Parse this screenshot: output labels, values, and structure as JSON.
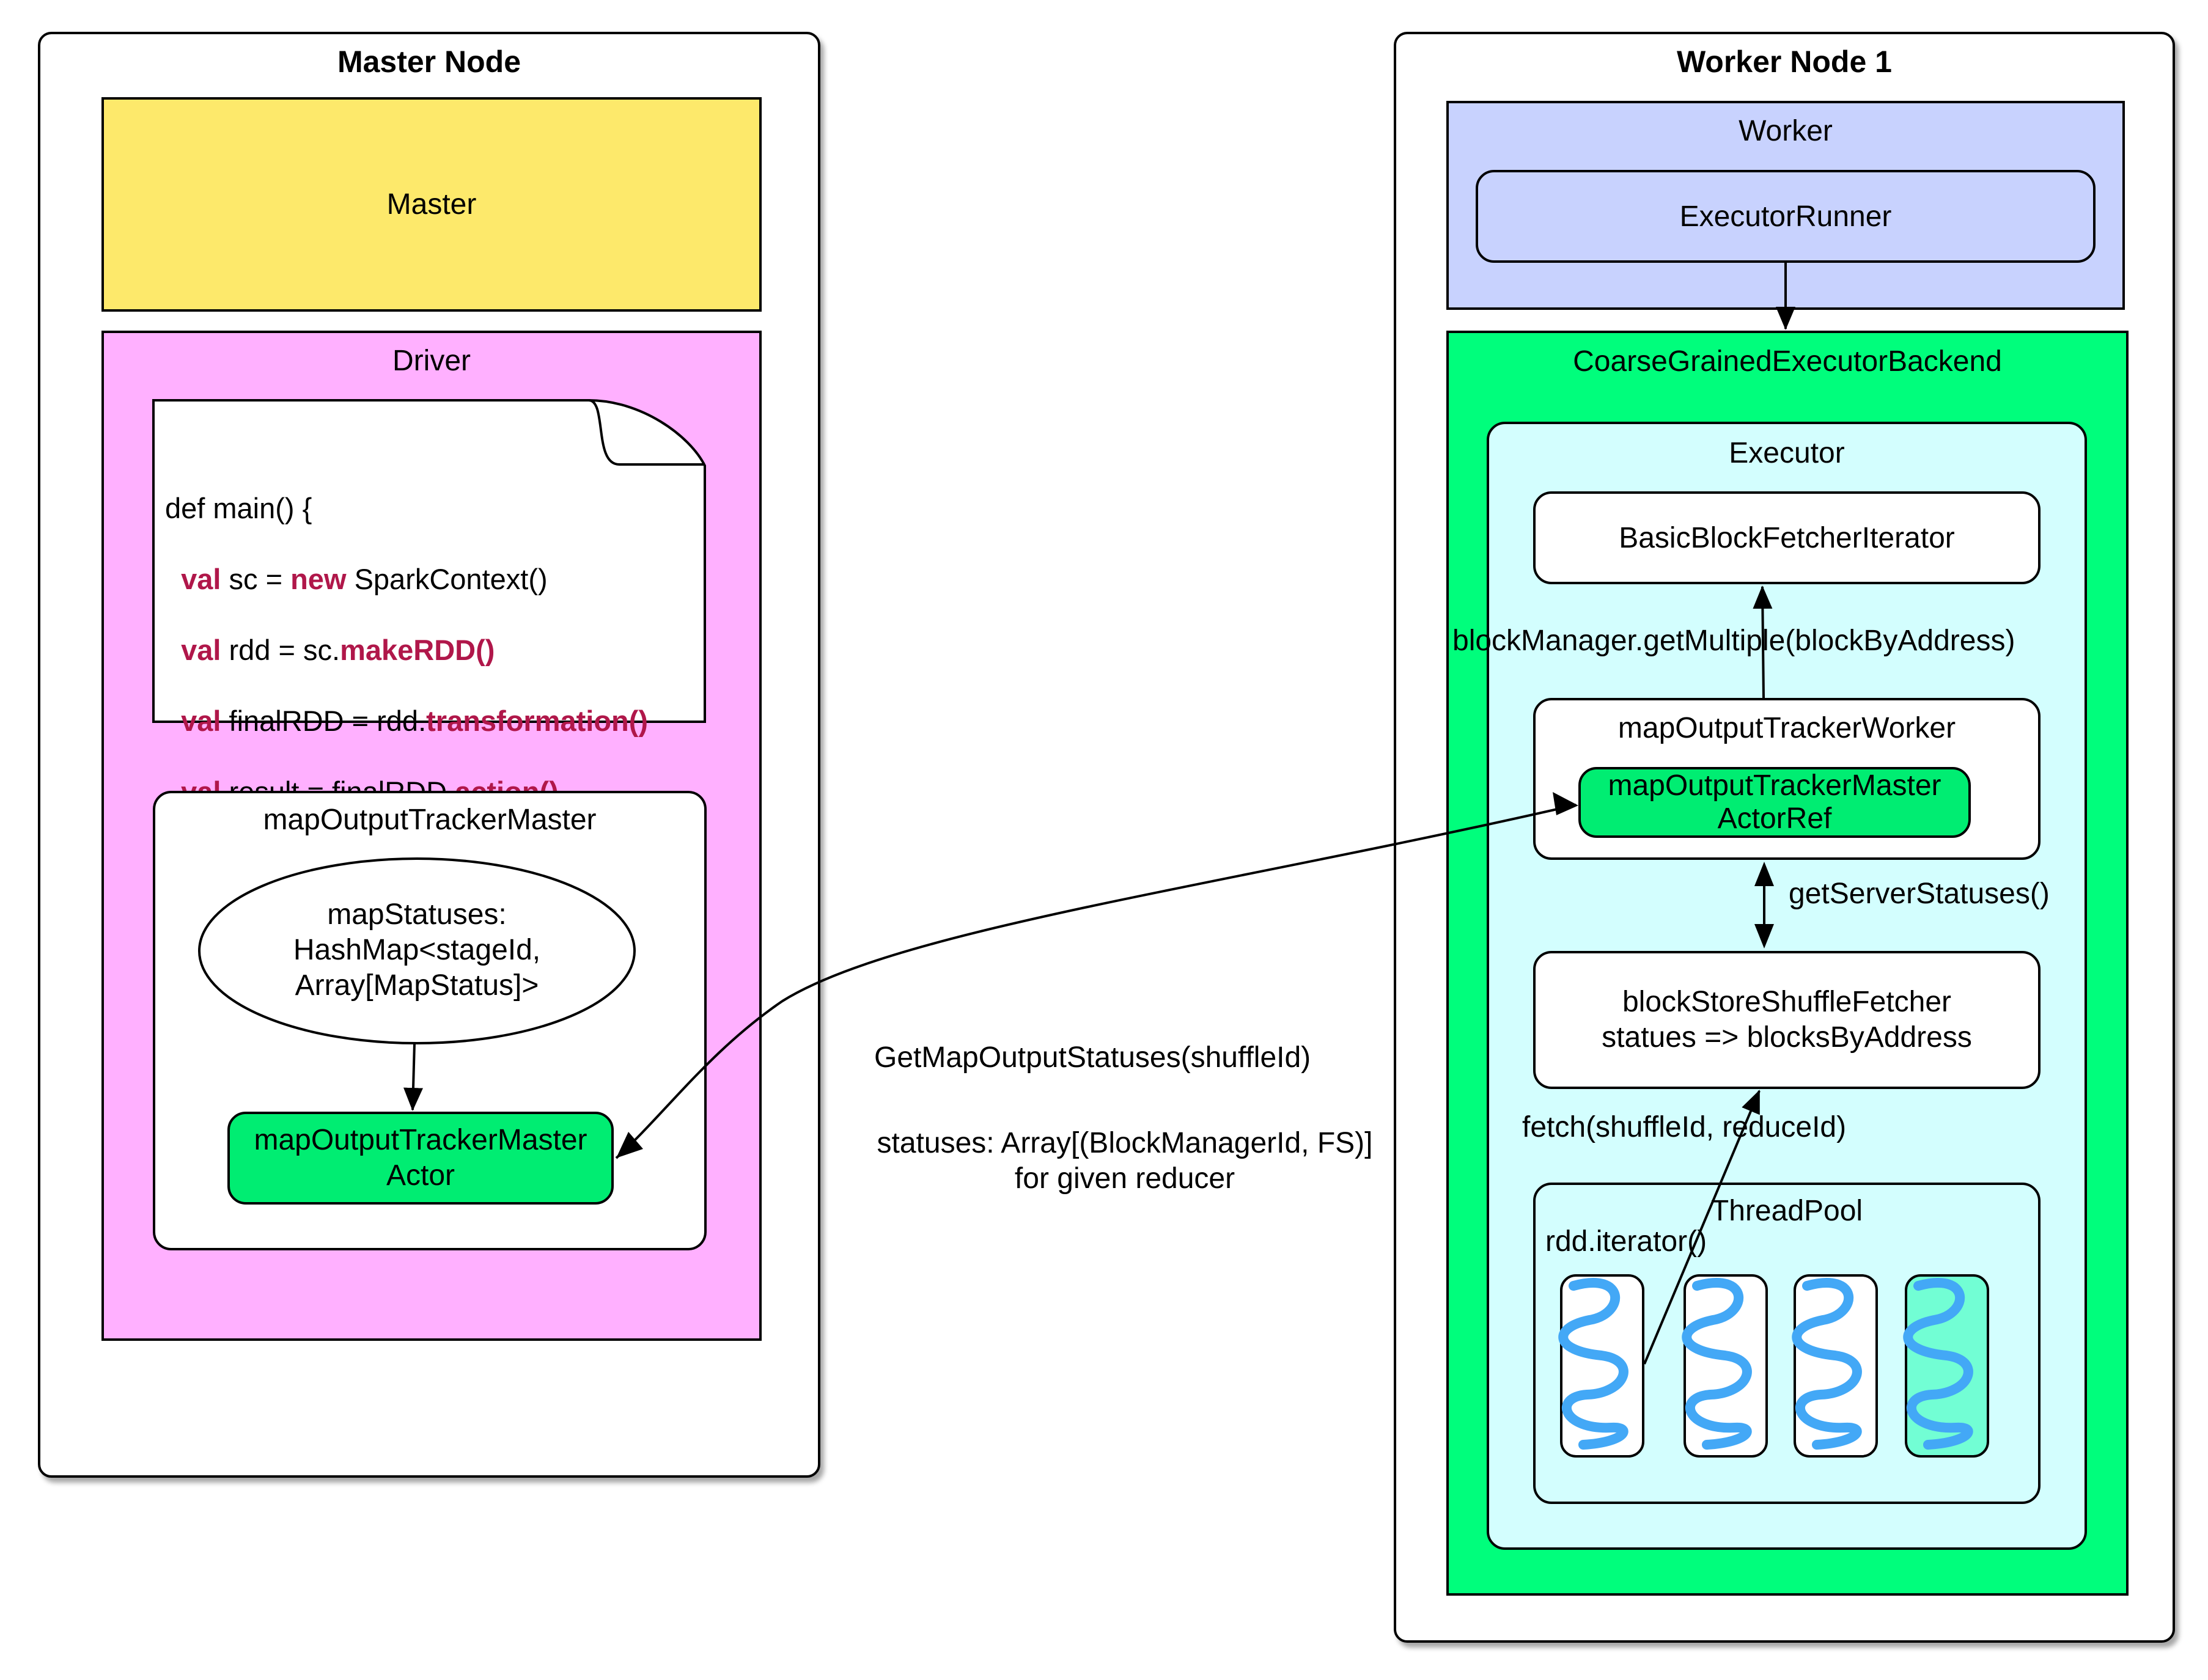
{
  "master_node": {
    "title": "Master Node",
    "master_label": "Master",
    "driver_label": "Driver",
    "code": {
      "line1": "def main() {",
      "line2_kw": "val",
      "line2_a": " sc = ",
      "line2_kw2": "new",
      "line2_b": " SparkContext()",
      "line3_kw": "val",
      "line3_a": " rdd = sc.",
      "line3_fn": "makeRDD()",
      "line4_kw": "val",
      "line4_a": " finalRDD = rdd.",
      "line4_fn": "transformation()",
      "line5_kw": "val",
      "line5_a": " result = finalRDD.",
      "line5_fn": "action()",
      "line6": "}"
    },
    "tracker_master_label": "mapOutputTrackerMaster",
    "map_statuses": [
      "mapStatuses:",
      "HashMap<stageId,",
      "Array[MapStatus]>"
    ],
    "tracker_actor": [
      "mapOutputTrackerMaster",
      "Actor"
    ]
  },
  "worker_node": {
    "title": "Worker Node 1",
    "worker_label": "Worker",
    "executor_runner": "ExecutorRunner",
    "backend_label": "CoarseGrainedExecutorBackend",
    "executor_label": "Executor",
    "block_fetcher_iterator": "BasicBlockFetcherIterator",
    "get_multiple": "blockManager.getMultiple(blockByAddress)",
    "tracker_worker_label": "mapOutputTrackerWorker",
    "tracker_actor_ref": [
      "mapOutputTrackerMaster",
      "ActorRef"
    ],
    "get_server_statuses": "getServerStatuses()",
    "shuffle_fetcher": [
      "blockStoreShuffleFetcher",
      "statues => blocksByAddress"
    ],
    "fetch_call": "fetch(shuffleId, reduceId)",
    "threadpool_label": "ThreadPool",
    "rdd_iterator": "rdd.iterator()"
  },
  "messages": {
    "request": "GetMapOutputStatuses(shuffleId)",
    "response": [
      "statuses: Array[(BlockManagerId, FS)]",
      "for given reducer"
    ]
  },
  "colors": {
    "master": "#fde96b",
    "driver": "#ffb0ff",
    "worker": "#c8d2fe",
    "backend": "#00fe7c",
    "executor": "#d3fefe",
    "actor": "#00ed72",
    "thread_highlight": "#72fed4",
    "thread_wave": "#43a8f6",
    "keyword": "#b0174a"
  }
}
